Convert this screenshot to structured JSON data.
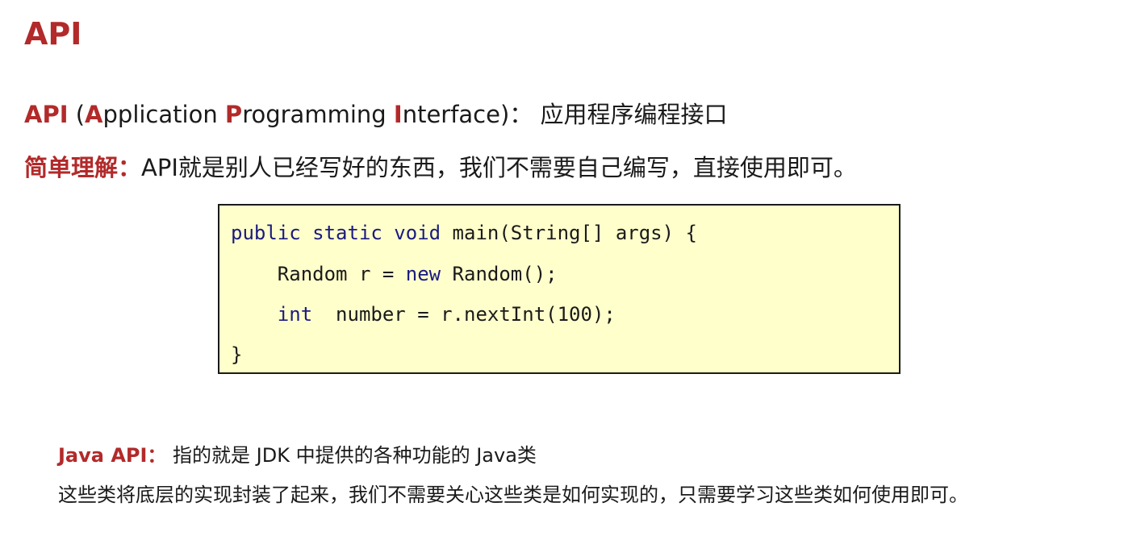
{
  "title": "API",
  "definition": {
    "api": "API",
    "open_paren": " (",
    "a_letter": "A",
    "a_rest": "pplication ",
    "p_letter": "P",
    "p_rest": "rogramming ",
    "i_letter": "I",
    "i_rest": "nterface)：",
    "meaning": " 应用程序编程接口"
  },
  "understanding": {
    "label": "简单理解：",
    "text": "API就是别人已经写好的东西，我们不需要自己编写，直接使用即可。"
  },
  "code": {
    "line1_kw": "public static void",
    "line1_rest": " main(String[] args) {",
    "line2_indent": "    ",
    "line2_a": "Random r = ",
    "line2_kw": "new",
    "line2_b": " Random();",
    "line3_indent": "    ",
    "line3_kw": "int",
    "line3_rest": "  number = r.nextInt(100);",
    "line4": "}"
  },
  "java_api": {
    "label": "Java API：",
    "text": " 指的就是 JDK 中提供的各种功能的 Java类"
  },
  "description": "这些类将底层的实现封装了起来，我们不需要关心这些类是如何实现的，只需要学习这些类如何使用即可。"
}
